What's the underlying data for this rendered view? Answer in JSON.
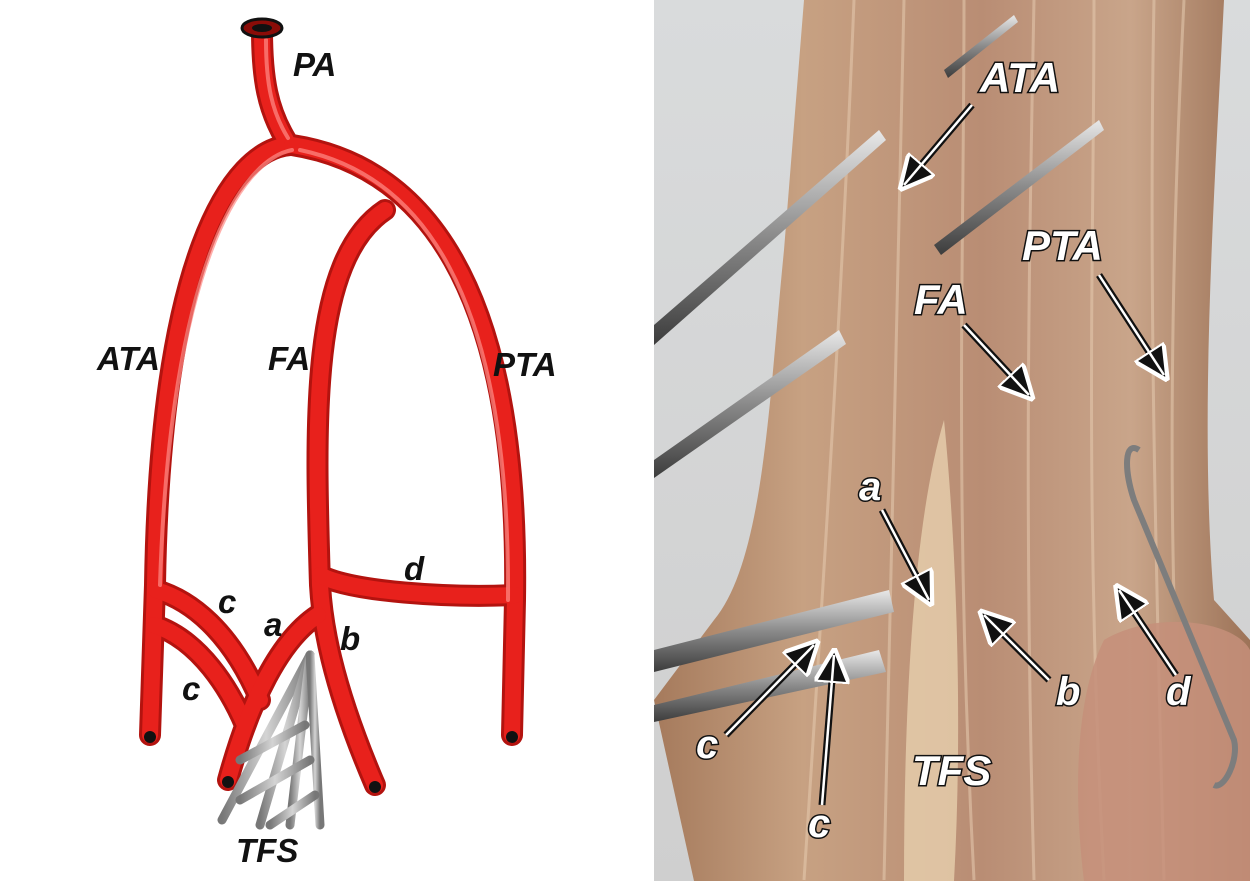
{
  "diagram": {
    "labels": {
      "pa": "PA",
      "ata": "ATA",
      "fa": "FA",
      "pta": "PTA",
      "a": "a",
      "b": "b",
      "c1": "c",
      "c2": "c",
      "d": "d",
      "tfs": "TFS"
    },
    "colors": {
      "artery": "#e8211c",
      "artery_edge": "#b3130f",
      "stent": "#a9a9a9"
    }
  },
  "photo": {
    "labels": {
      "ata": "ATA",
      "fa": "FA",
      "pta": "PTA",
      "a": "a",
      "b": "b",
      "c1": "c",
      "c2": "c",
      "d": "d",
      "tfs": "TFS"
    },
    "colors": {
      "tissue": "#c9a98a",
      "muscle": "#b98c78",
      "instrument": "#8e8e8e"
    }
  }
}
